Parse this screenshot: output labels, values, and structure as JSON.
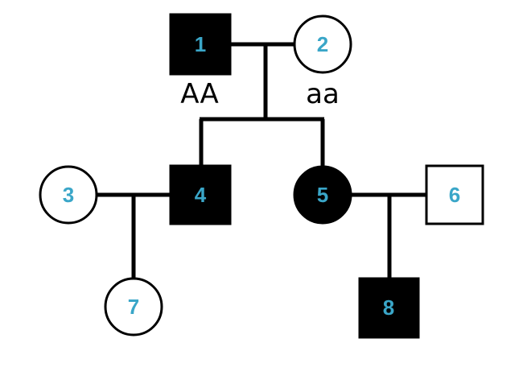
{
  "pedigree": {
    "individuals": [
      {
        "id": "1",
        "label": "1",
        "sex": "male",
        "affected": true,
        "genotype": "AA"
      },
      {
        "id": "2",
        "label": "2",
        "sex": "female",
        "affected": false,
        "genotype": "aa"
      },
      {
        "id": "3",
        "label": "3",
        "sex": "female",
        "affected": false
      },
      {
        "id": "4",
        "label": "4",
        "sex": "male",
        "affected": true
      },
      {
        "id": "5",
        "label": "5",
        "sex": "female",
        "affected": true
      },
      {
        "id": "6",
        "label": "6",
        "sex": "male",
        "affected": false
      },
      {
        "id": "7",
        "label": "7",
        "sex": "female",
        "affected": false
      },
      {
        "id": "8",
        "label": "8",
        "sex": "male",
        "affected": true
      }
    ],
    "colors": {
      "affected_fill": "#000000",
      "unaffected_fill": "#ffffff",
      "line": "#000000",
      "label": "#3aa6c8"
    }
  }
}
